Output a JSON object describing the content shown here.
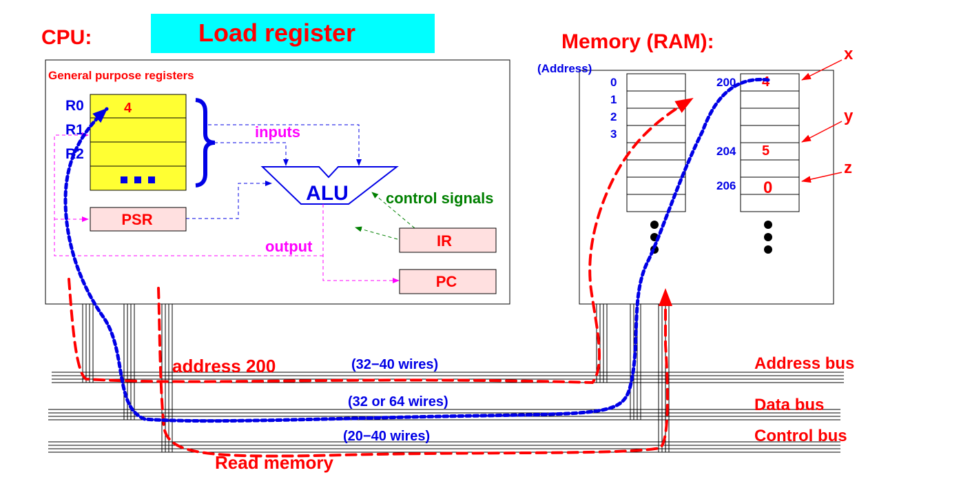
{
  "title": "Load register",
  "cpu": {
    "label": "CPU:",
    "registers_label": "General purpose registers",
    "registers": [
      "R0",
      "R1",
      "R2"
    ],
    "r0_value": "4",
    "ellipsis": "...",
    "psr": "PSR",
    "ir": "IR",
    "pc": "PC",
    "alu": "ALU",
    "inputs": "inputs",
    "output": "output",
    "control_signals": "control signals"
  },
  "memory": {
    "label": "Memory (RAM):",
    "address_header": "(Address)",
    "left_addresses": [
      "0",
      "1",
      "2",
      "3"
    ],
    "right_addresses": {
      "a200": "200",
      "a204": "204",
      "a206": "206"
    },
    "values": {
      "x_val": "4",
      "y_val": "5",
      "z_val": "0"
    },
    "variables": {
      "x": "x",
      "y": "y",
      "z": "z"
    }
  },
  "buses": {
    "address": {
      "name": "Address bus",
      "wires": "(32−40 wires)"
    },
    "data": {
      "name": "Data bus",
      "wires": "(32 or 64 wires)"
    },
    "control": {
      "name": "Control bus",
      "wires": "(20−40 wires)"
    }
  },
  "annotations": {
    "address_200": "address 200",
    "read_memory": "Read memory"
  },
  "colors": {
    "red": "#ff0000",
    "blue": "#0000e6",
    "magenta": "#ff00ff",
    "green": "#008000",
    "title_bg": "#00ffff",
    "register_fill": "#ffff33",
    "box_fill": "#ffe0e0"
  }
}
